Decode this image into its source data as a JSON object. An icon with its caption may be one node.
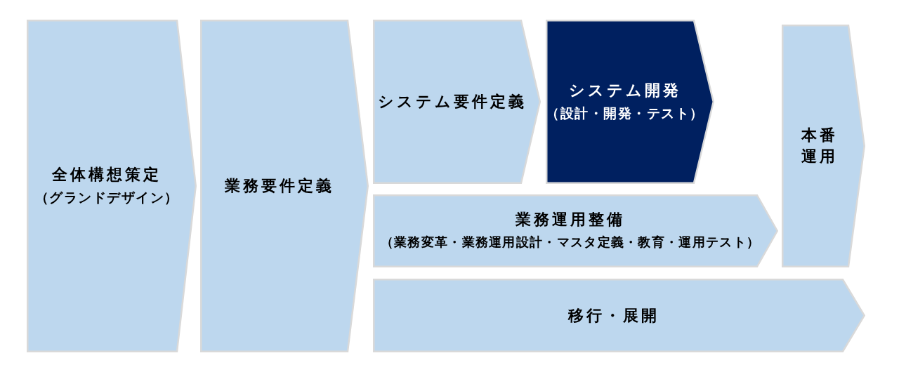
{
  "diagram": {
    "nodes": [
      {
        "text": [
          "全体構想策定",
          "（グランドデザイン）"
        ]
      },
      {
        "text": [
          "業務要件定義"
        ]
      },
      {
        "text": [
          "システム要件定義"
        ]
      },
      {
        "text": [
          "システム開発",
          "（設計・開発・テスト）"
        ]
      },
      {
        "text": [
          "本番運用"
        ]
      },
      {
        "text": [
          "業務運用整備",
          "（業務変革・業務運用設計・マスタ定義・教育・運用テスト）"
        ]
      },
      {
        "text": [
          "移行・展開"
        ]
      }
    ]
  }
}
